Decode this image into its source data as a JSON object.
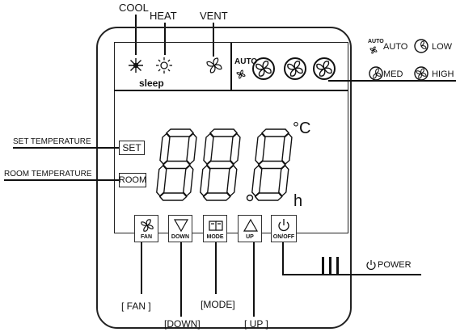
{
  "callouts": {
    "cool": "COOL",
    "heat": "HEAT",
    "vent": "VENT",
    "set_temperature": "SET TEMPERATURE",
    "room_temperature": "ROOM TEMPERATURE",
    "power": "POWER",
    "fan": "[ FAN ]",
    "down": "[DOWN]",
    "mode": "[MODE]",
    "up": "[ UP ]"
  },
  "legend": {
    "auto": "AUTO",
    "low": "LOW",
    "med": "MED",
    "high": "HIGH",
    "auto_icon_text": "AUTO"
  },
  "display": {
    "sleep": "sleep",
    "auto": "AUTO",
    "set_box": "SET",
    "room_box": "ROOM",
    "celsius": "°C",
    "hour_unit": "h",
    "digits": "88.8"
  },
  "buttons": [
    {
      "label": "FAN",
      "icon": "fan-icon"
    },
    {
      "label": "DOWN",
      "icon": "down-triangle-icon"
    },
    {
      "label": "MODE",
      "icon": "book-icon"
    },
    {
      "label": "UP",
      "icon": "up-triangle-icon"
    },
    {
      "label": "ON/OFF",
      "icon": "power-icon"
    }
  ]
}
